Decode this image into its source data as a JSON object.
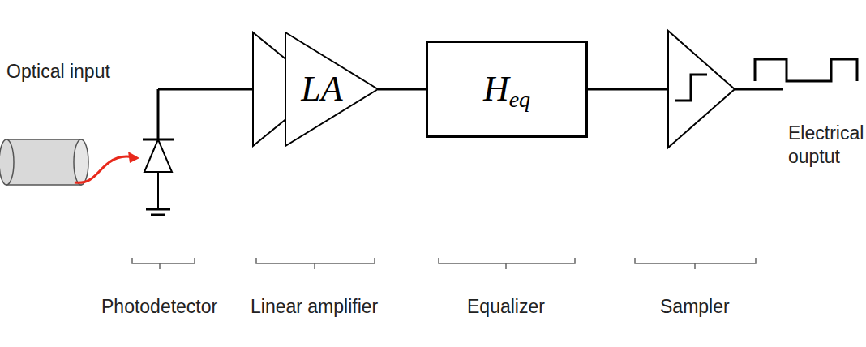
{
  "diagram": {
    "nodes": [
      {
        "text": [
          "LA"
        ]
      },
      {
        "text": [
          "H",
          "eq"
        ]
      }
    ],
    "edges": [
      {
        "from": 0,
        "to": 1,
        "arrow": "none"
      }
    ],
    "labels": [
      "Optical input",
      "Electrical ouptut",
      "Photodetector",
      "Linear amplifier",
      "Equalizer",
      "Sampler"
    ]
  }
}
